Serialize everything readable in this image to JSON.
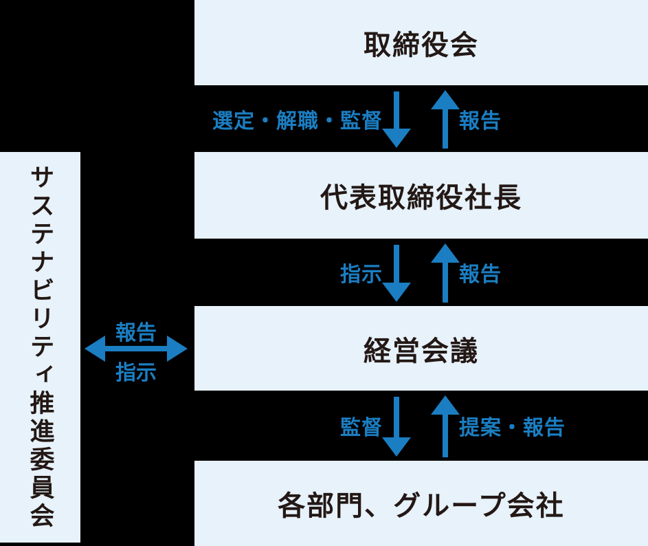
{
  "diagram": {
    "committee_label": "サステナビリティ推進委員会",
    "boxes": [
      {
        "label": "取締役会"
      },
      {
        "label": "代表取締役社長"
      },
      {
        "label": "経営会議"
      },
      {
        "label": "各部門、グループ会社"
      }
    ],
    "flows": [
      {
        "down_label": "選定・解職・監督",
        "up_label": "報告"
      },
      {
        "down_label": "指示",
        "up_label": "報告"
      },
      {
        "down_label": "監督",
        "up_label": "提案・報告"
      }
    ],
    "side_flow": {
      "top_label": "報告",
      "bottom_label": "指示"
    },
    "colors": {
      "accent": "#1b7ec2",
      "box_bg": "#e7f2fa",
      "background": "#000000",
      "text": "#231815"
    }
  }
}
